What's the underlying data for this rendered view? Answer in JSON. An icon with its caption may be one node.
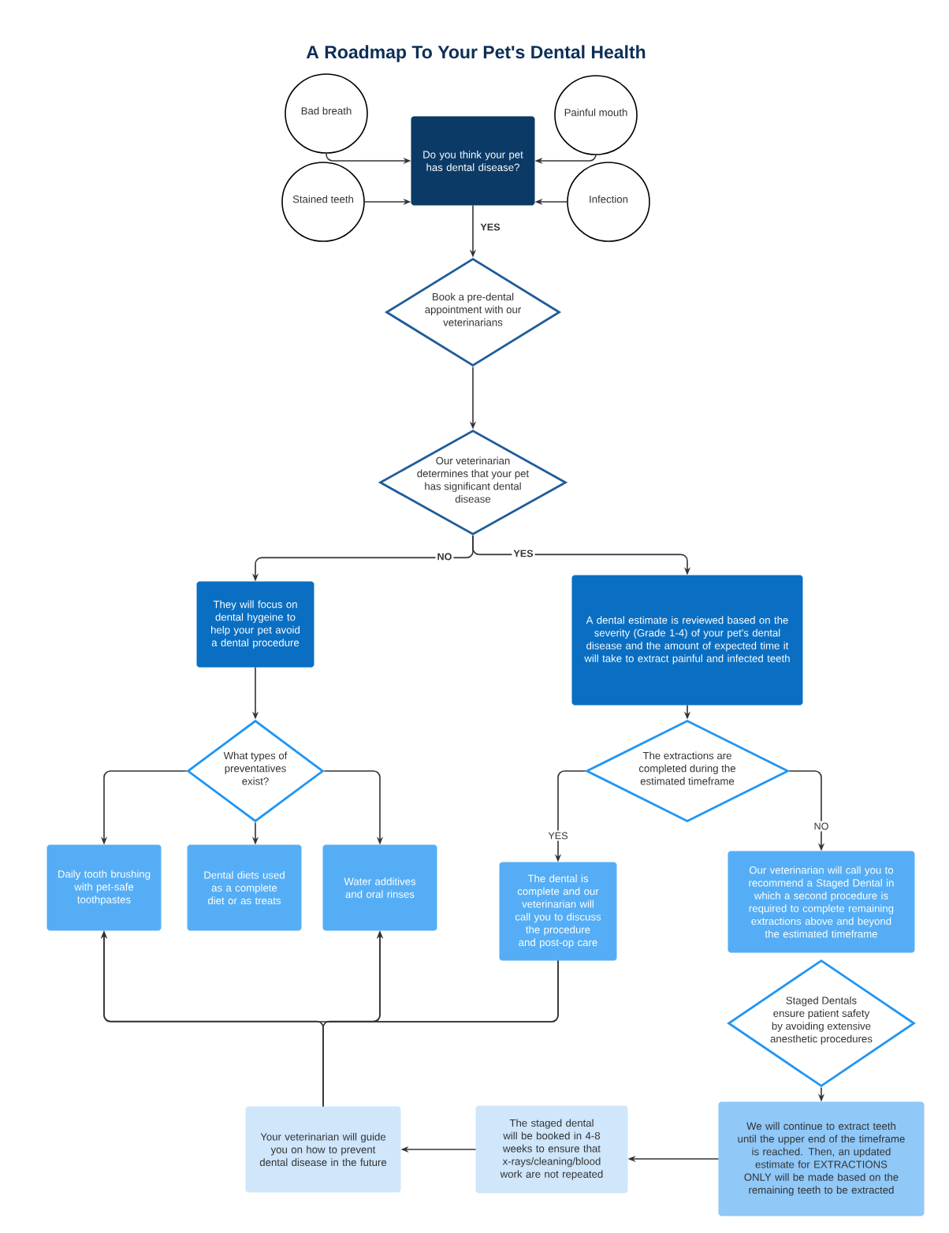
{
  "diagram": {
    "title": "A Roadmap To Your Pet's Dental Health",
    "nodes": [
      {
        "text": [
          "Bad breath"
        ]
      },
      {
        "text": [
          "Painful mouth"
        ]
      },
      {
        "text": [
          "Do you think your pet has dental disease?"
        ]
      },
      {
        "text": [
          "Stained teeth"
        ]
      },
      {
        "text": [
          "Infection"
        ]
      },
      {
        "text": [
          "Book a pre-dental appointment with our veterinarians"
        ]
      },
      {
        "text": [
          "Our veterinarian determines that your pet has significant dental disease"
        ]
      },
      {
        "text": [
          "They will focus on dental hygeine to help your pet avoid a dental procedure"
        ]
      },
      {
        "text": [
          "A dental estimate is reviewed based on the severity (Grade 1-4) of your pet's dental disease and the amount of expected time it will take to extract painful and infected teeth"
        ]
      },
      {
        "text": [
          "What types of preventatives exist?"
        ]
      },
      {
        "text": [
          "The extractions are completed during the estimated timeframe"
        ]
      },
      {
        "text": [
          "Daily tooth brushing with pet-safe toothpastes"
        ]
      },
      {
        "text": [
          "Dental diets used as a complete diet or as treats"
        ]
      },
      {
        "text": [
          "Water additives and oral rinses"
        ]
      },
      {
        "text": [
          "The dental is complete and our veterinarian will call you to discuss the procedure and post-op care"
        ]
      },
      {
        "text": [
          "Our veterinarian will call you to recommend a Staged Dental in which a second procedure is required to complete remaining extractions above and beyond the estimated timeframe"
        ]
      },
      {
        "text": [
          "Staged Dentals ensure patient safety by avoiding extensive anesthetic procedures"
        ]
      },
      {
        "text": [
          "We will continue to extract teeth until the upper end of the timeframe is reached. Then, an updated estimate for EXTRACTIONS ONLY will be made based on the remaining teeth to be extracted"
        ]
      },
      {
        "text": [
          "The staged dental will be booked in 4-8 weeks to ensure that x-rays/cleaning/blood work are not repeated"
        ]
      },
      {
        "text": [
          "Your veterinarian will guide you on how to prevent dental disease in the future"
        ]
      }
    ],
    "edges": [
      {
        "from": 0,
        "to": 2,
        "arrow": "to"
      },
      {
        "from": 1,
        "to": 2,
        "arrow": "to"
      },
      {
        "from": 3,
        "to": 2,
        "arrow": "to"
      },
      {
        "from": 4,
        "to": 2,
        "arrow": "to"
      },
      {
        "from": 2,
        "to": 5,
        "arrow": "to",
        "label": "YES"
      },
      {
        "from": 5,
        "to": 6,
        "arrow": "to"
      },
      {
        "from": 6,
        "to": 7,
        "arrow": "to",
        "label": "NO"
      },
      {
        "from": 6,
        "to": 8,
        "arrow": "to",
        "label": "YES"
      },
      {
        "from": 7,
        "to": 9,
        "arrow": "to"
      },
      {
        "from": 8,
        "to": 10,
        "arrow": "to"
      },
      {
        "from": 9,
        "to": 11,
        "arrow": "to"
      },
      {
        "from": 9,
        "to": 12,
        "arrow": "to"
      },
      {
        "from": 9,
        "to": 13,
        "arrow": "to"
      },
      {
        "from": 10,
        "to": 14,
        "arrow": "to",
        "label": "YES"
      },
      {
        "from": 10,
        "to": 15,
        "arrow": "to",
        "label": "NO"
      },
      {
        "from": 16,
        "to": 17,
        "arrow": "to"
      },
      {
        "from": 17,
        "to": 18,
        "arrow": "to"
      },
      {
        "from": 18,
        "to": 19,
        "arrow": "to"
      },
      {
        "from": 19,
        "to": 11,
        "arrow": "to"
      },
      {
        "from": 19,
        "to": 13,
        "arrow": "to"
      },
      {
        "from": 14,
        "to": 11,
        "arrow": "to"
      },
      {
        "from": 14,
        "to": 13,
        "arrow": "to"
      }
    ]
  }
}
